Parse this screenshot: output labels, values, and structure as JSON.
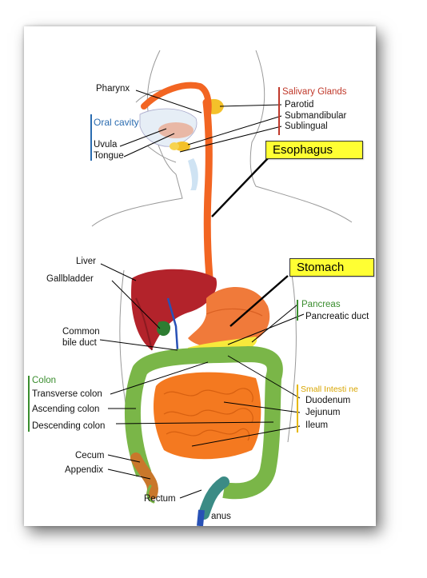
{
  "labels": {
    "pharynx": "Pharynx",
    "oral_cavity": "Oral cavity",
    "uvula": "Uvula",
    "tongue": "Tongue",
    "salivary_glands": "Salivary Glands",
    "parotid": "Parotid",
    "submandibular": "Submandibular",
    "sublingual": "Sublingual",
    "esophagus": "Esophagus",
    "liver": "Liver",
    "gallbladder": "Gallbladder",
    "stomach": "Stomach",
    "common_bile_duct_1": "Common",
    "common_bile_duct_2": "bile duct",
    "pancreas": "Pancreas",
    "pancreatic_duct": "Pancreatic duct",
    "colon": "Colon",
    "transverse_colon": "Transverse colon",
    "ascending_colon": "Ascending colon",
    "descending_colon": "Descending colon",
    "small_intestine": "Small Intesti ne",
    "duodenum": "Duodenum",
    "jejunum": "Jejunum",
    "ileum": "Ileum",
    "cecum": "Cecum",
    "appendix": "Appendix",
    "rectum": "Rectum",
    "anus": "anus"
  },
  "colors": {
    "esophagus": "#f26522",
    "liver": "#b3232b",
    "stomach": "#f07a3a",
    "colon": "#7ab648",
    "small_intestine": "#f47920",
    "pancreas": "#f7e93b",
    "callout": "#ffff33"
  }
}
